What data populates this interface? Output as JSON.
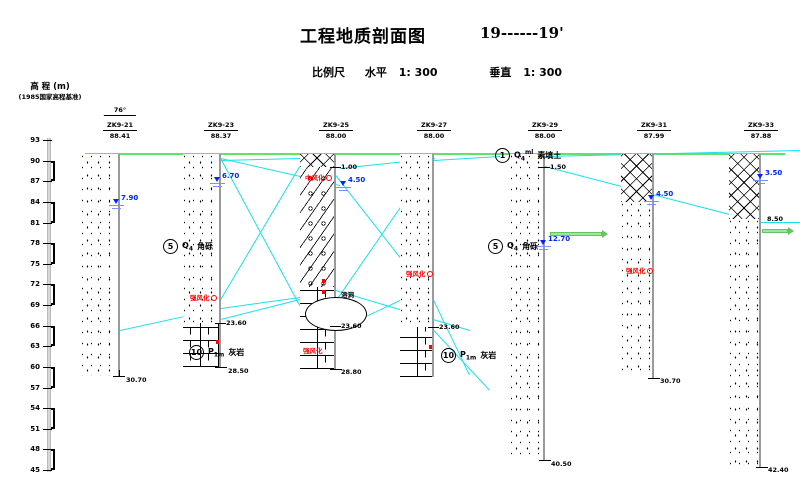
{
  "titles": {
    "main": "工程地质剖面图",
    "section": "19------19'",
    "scale_label": "比例尺",
    "horizontal_label": "水平",
    "horizontal_value": "1: 300",
    "vertical_label": "垂直",
    "vertical_value": "1: 300"
  },
  "axis": {
    "title": "高 程 (m)",
    "subtitle": "(1985国家高程基准)",
    "ticks": [
      93,
      90,
      87,
      84,
      81,
      78,
      75,
      72,
      69,
      66,
      63,
      60,
      57,
      54,
      51,
      48,
      45
    ]
  },
  "legend": [
    {
      "id": "1",
      "code_main": "Q",
      "code_sub": "4",
      "code_sup": "ml",
      "name": "素填土"
    },
    {
      "id": "5",
      "code_main": "Q",
      "code_sub": "4",
      "code_sup": "",
      "name": "角砾"
    },
    {
      "id": "10",
      "code_main": "P",
      "code_sub": "1m",
      "code_sup": "",
      "name": "灰岩"
    }
  ],
  "boreholes": [
    {
      "name": "ZK9-21",
      "elevation": "88.41",
      "angle": "76°",
      "water_level": "7.90",
      "bottom_depth": "30.70",
      "depths": []
    },
    {
      "name": "ZK9-23",
      "elevation": "88.37",
      "angle": "",
      "water_level": "6.70",
      "bottom_depth": "28.50",
      "depths": [
        "23.60"
      ],
      "sample": "强风化"
    },
    {
      "name": "ZK9-25",
      "elevation": "88.00",
      "angle": "",
      "water_level": "4.50",
      "top_depth": "1.00",
      "bottom_depth": "28.80",
      "depths": [
        "23.60"
      ],
      "cave_label": "溶洞",
      "sample": "中风化",
      "sample2": "强风化"
    },
    {
      "name": "ZK9-27",
      "elevation": "88.00",
      "angle": "",
      "water_level": "",
      "bottom_depth": "",
      "depths": [
        "23.60"
      ],
      "sample": "强风化"
    },
    {
      "name": "ZK9-29",
      "elevation": "88.00",
      "angle": "",
      "water_level": "12.70",
      "top_depth": "1.50",
      "bottom_depth": "40.50",
      "depths": []
    },
    {
      "name": "ZK9-31",
      "elevation": "87.99",
      "angle": "",
      "water_level": "4.50",
      "bottom_depth": "30.70",
      "depths": [],
      "sample": "强风化"
    },
    {
      "name": "ZK9-33",
      "elevation": "87.88",
      "angle": "",
      "water_level": "3.50",
      "mid_depth": "8.50",
      "bottom_depth": "42.40",
      "depths": []
    }
  ],
  "colors": {
    "ground": "#66e06a",
    "water": "#0026ff",
    "interpretation": "#18e0ec",
    "sample": "#ff0000",
    "column_edge": "#9a9a9a"
  }
}
